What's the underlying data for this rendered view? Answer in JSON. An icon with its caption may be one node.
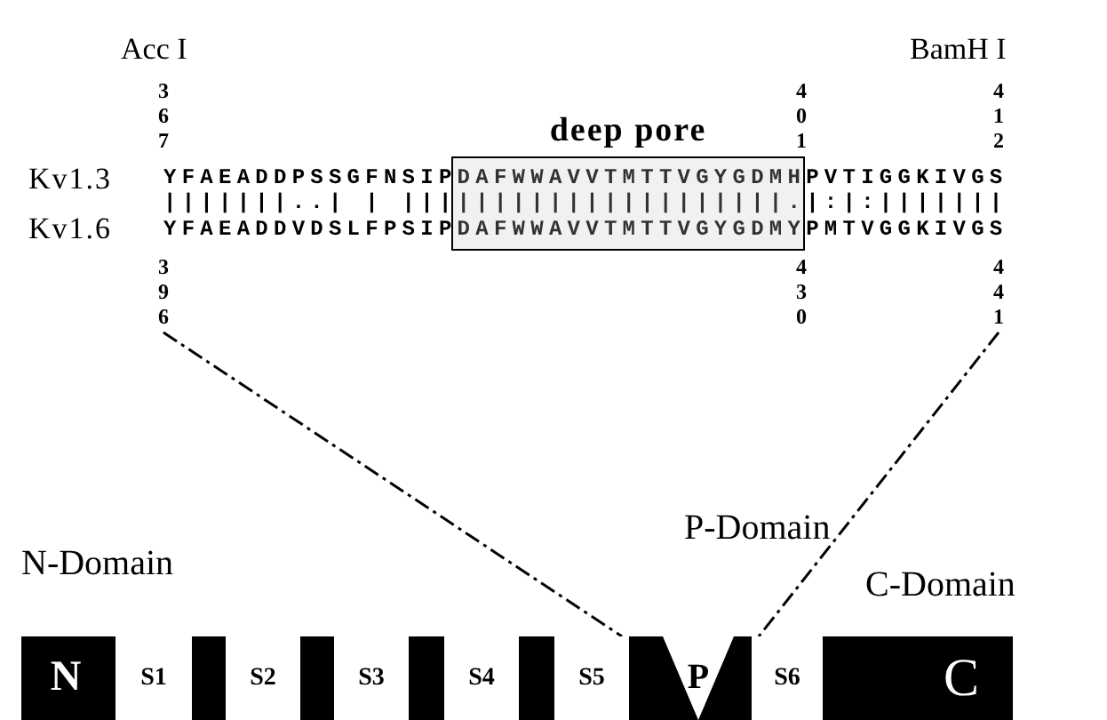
{
  "diagram": {
    "nodes": [
      {
        "text": [
          "deep pore"
        ]
      },
      {
        "text": [
          "396"
        ]
      },
      {
        "text": [
          "441"
        ]
      },
      {
        "text": [],
        "shape": "bar"
      },
      {
        "text": [
          "N"
        ],
        "in": 3
      },
      {
        "text": [
          "S1"
        ],
        "in": 3
      },
      {
        "text": [
          "S2"
        ],
        "in": 3
      },
      {
        "text": [
          "S3"
        ],
        "in": 3
      },
      {
        "text": [
          "S4"
        ],
        "in": 3
      },
      {
        "text": [
          "S5"
        ],
        "in": 3
      },
      {
        "text": [
          "P"
        ],
        "in": 3
      },
      {
        "text": [
          "S6"
        ],
        "in": 3
      },
      {
        "text": [
          "C"
        ],
        "in": 3
      }
    ],
    "edges": [
      {
        "from": 1,
        "to": 9,
        "arrow": "none",
        "style": "dashed"
      },
      {
        "from": 2,
        "to": 11,
        "arrow": "none",
        "style": "dashed"
      }
    ],
    "labels": [
      "Acc I",
      "BamH I",
      "367",
      "401",
      "412",
      "Kv1.3",
      "YFAEADDPSSGFNSIPDAFWWAVVTMTTVGYGDMHPVTIGGKIVGS",
      "|||||||..| | |||||||||||||||||||||.|:|:|||||||",
      "Kv1.6",
      "YFAEADDVDSLFPSIPDAFWWAVVTMTTVGYGDMYPMTVGGKIVGS",
      "430",
      "P-Domain",
      "N-Domain",
      "C-Domain"
    ]
  }
}
